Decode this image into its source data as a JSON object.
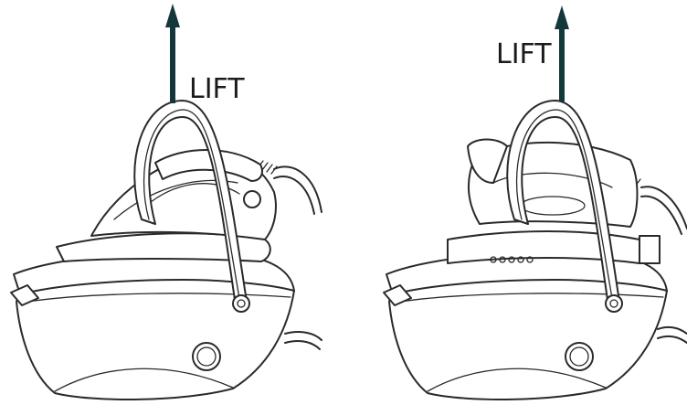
{
  "panels": [
    {
      "name": "left-panel",
      "lift_label": "LIFT"
    },
    {
      "name": "right-panel",
      "lift_label": "LIFT"
    }
  ],
  "colors": {
    "arrow": "#14373c",
    "line": "#2a2a2a",
    "background": "#ffffff"
  }
}
